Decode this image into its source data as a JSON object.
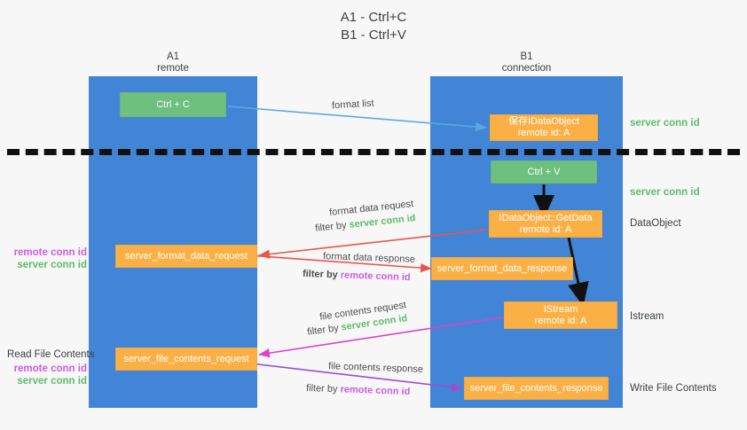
{
  "title": {
    "line1": "A1 - Ctrl+C",
    "line2": "B1 - Ctrl+V"
  },
  "lanes": [
    {
      "name": "A1",
      "sub": "remote"
    },
    {
      "name": "B1",
      "sub": "connection"
    }
  ],
  "boxes": {
    "ctrl_c": "Ctrl + C",
    "ctrl_v": "Ctrl + V",
    "idataobject_title": "保存IDataObject",
    "idataobject_sub": "remote id: A",
    "getdata_title": "IDataObject::GetData",
    "getdata_sub": "remote id: A",
    "istream_title": "IStream",
    "istream_sub": "remote id: A",
    "server_format_data_request": "server_format_data_request",
    "server_format_data_response": "server_format_data_response",
    "server_file_contents_request": "server_file_contents_request",
    "server_file_contents_response": "server_file_contents_response"
  },
  "right_labels": {
    "server_conn_id_top": "server conn id",
    "server_conn_id_mid": "server conn id",
    "dataobject": "DataObject",
    "istream": "Istream",
    "write_file_contents": "Write File Contents"
  },
  "left_labels": {
    "remote_conn_id_1": "remote conn id",
    "server_conn_id_1": "server conn id",
    "read_file_contents": "Read File Contents",
    "remote_conn_id_2": "remote conn id",
    "server_conn_id_2": "server conn id"
  },
  "edges": {
    "format_list": "format list",
    "format_data_request": "format data request",
    "filter_by": "filter by",
    "filter_server_conn_id": "server conn id",
    "format_data_response": "format data response",
    "filter_remote_conn_id": "remote conn id",
    "file_contents_request": "file contents request",
    "file_contents_response": "file contents response"
  },
  "colors": {
    "lane": "#4285d6",
    "green_box": "#6ec07f",
    "orange_box": "#fbb046",
    "green_text": "#5fbb6c",
    "purple_text": "#cb5ee0",
    "arrow_blue": "#5aa9e6",
    "arrow_red": "#e8564a",
    "arrow_magenta": "#e040c8",
    "arrow_purple": "#9b4fd0",
    "arrow_black": "#111111",
    "background": "#f7f7f7"
  }
}
